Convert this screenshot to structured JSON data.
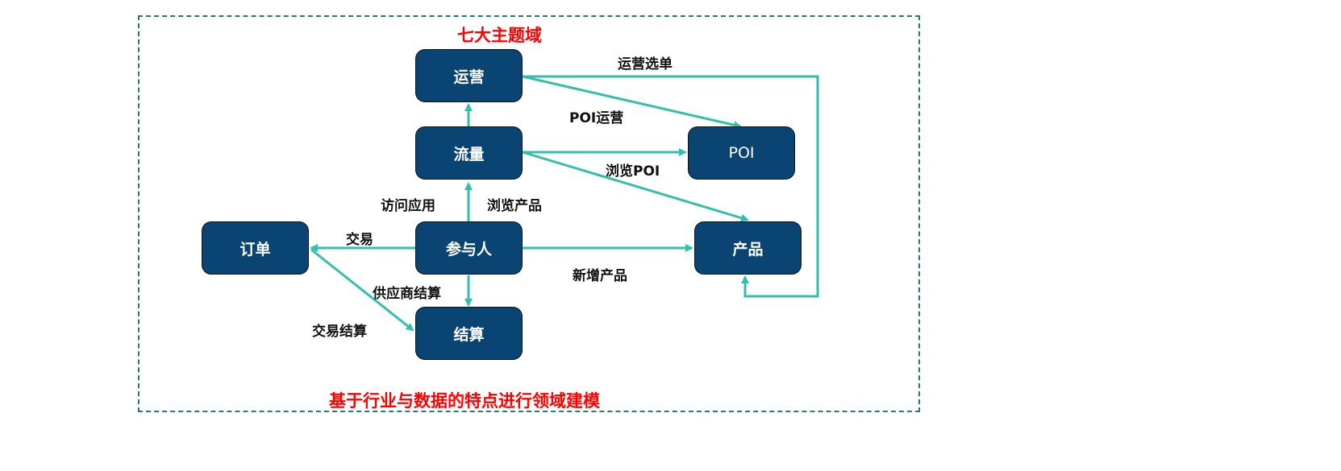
{
  "titles": {
    "top": "七大主题域",
    "bottom": "基于行业与数据的特点进行领域建模"
  },
  "colors": {
    "node_fill": "#0a4473",
    "edge": "#33bfae",
    "frame": "#1e7f6e",
    "title": "#ff0000"
  },
  "nodes": {
    "operations": "运营",
    "traffic": "流量",
    "poi": "POI",
    "participant": "参与人",
    "order": "订单",
    "product": "产品",
    "settlement": "结算"
  },
  "edges": {
    "ops_select": "运营选单",
    "poi_ops": "POI运营",
    "browse_poi": "浏览POI",
    "visit_app": "访问应用",
    "browse_product": "浏览产品",
    "trade": "交易",
    "new_product": "新增产品",
    "supplier_settlement": "供应商结算",
    "trade_settlement": "交易结算"
  }
}
